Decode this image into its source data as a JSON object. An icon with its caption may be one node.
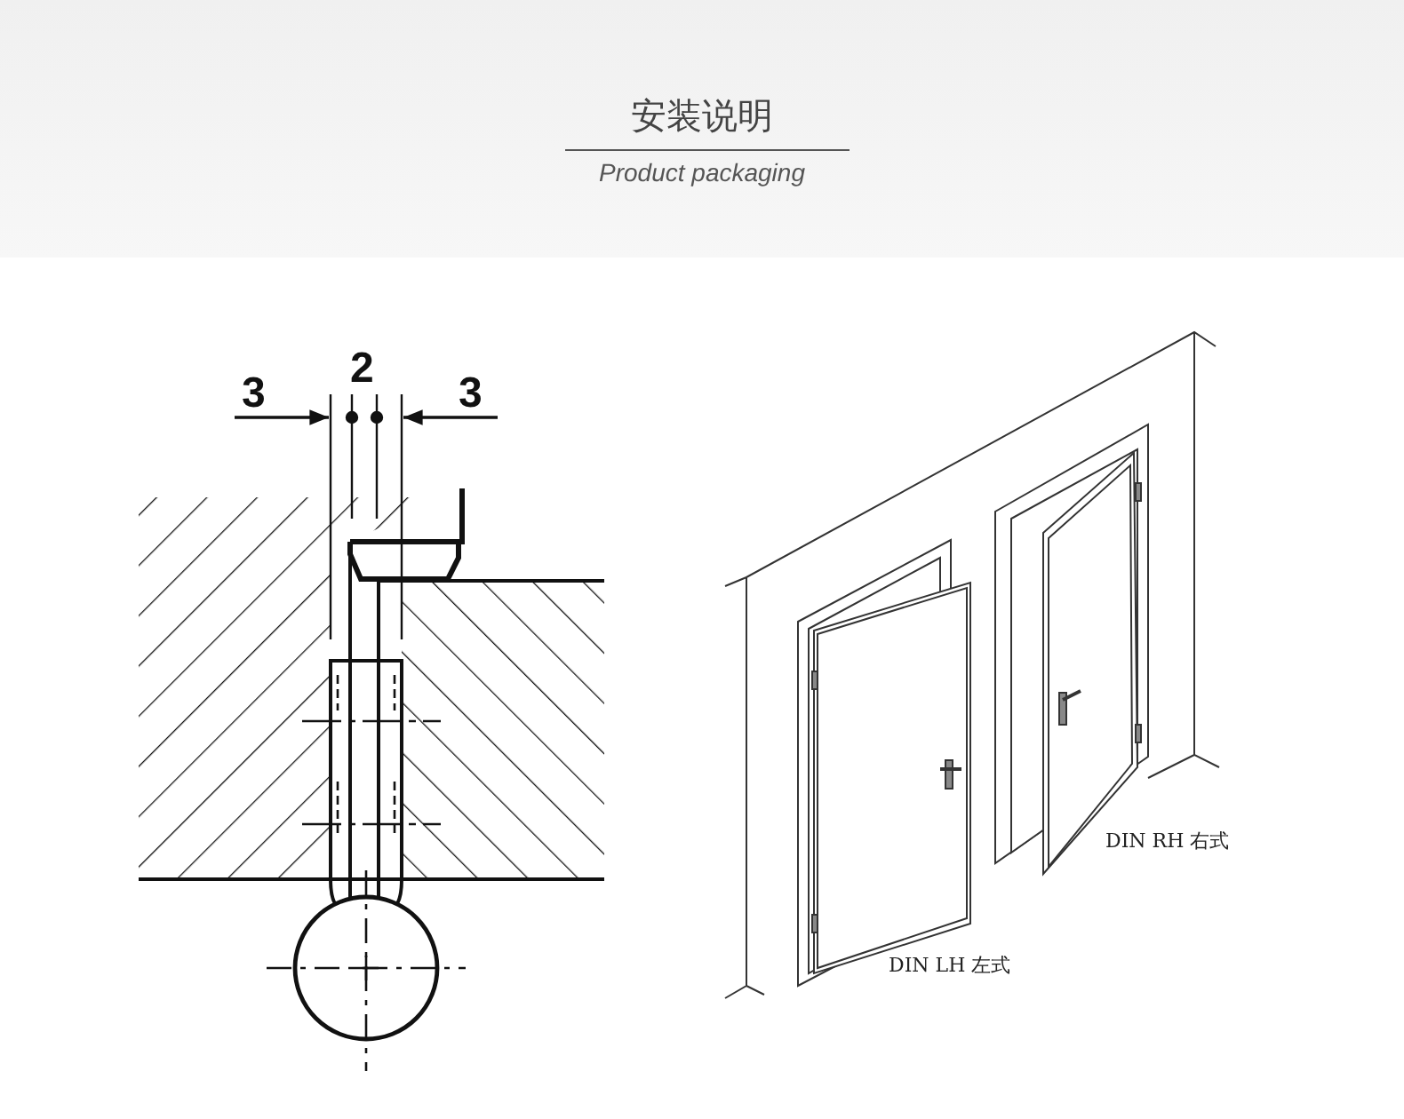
{
  "diagram": {
    "title": "安装说明",
    "labels": [
      "Product packaging",
      "3",
      "2",
      "3",
      "DIN RH 右式",
      "DIN LH 左式"
    ]
  }
}
